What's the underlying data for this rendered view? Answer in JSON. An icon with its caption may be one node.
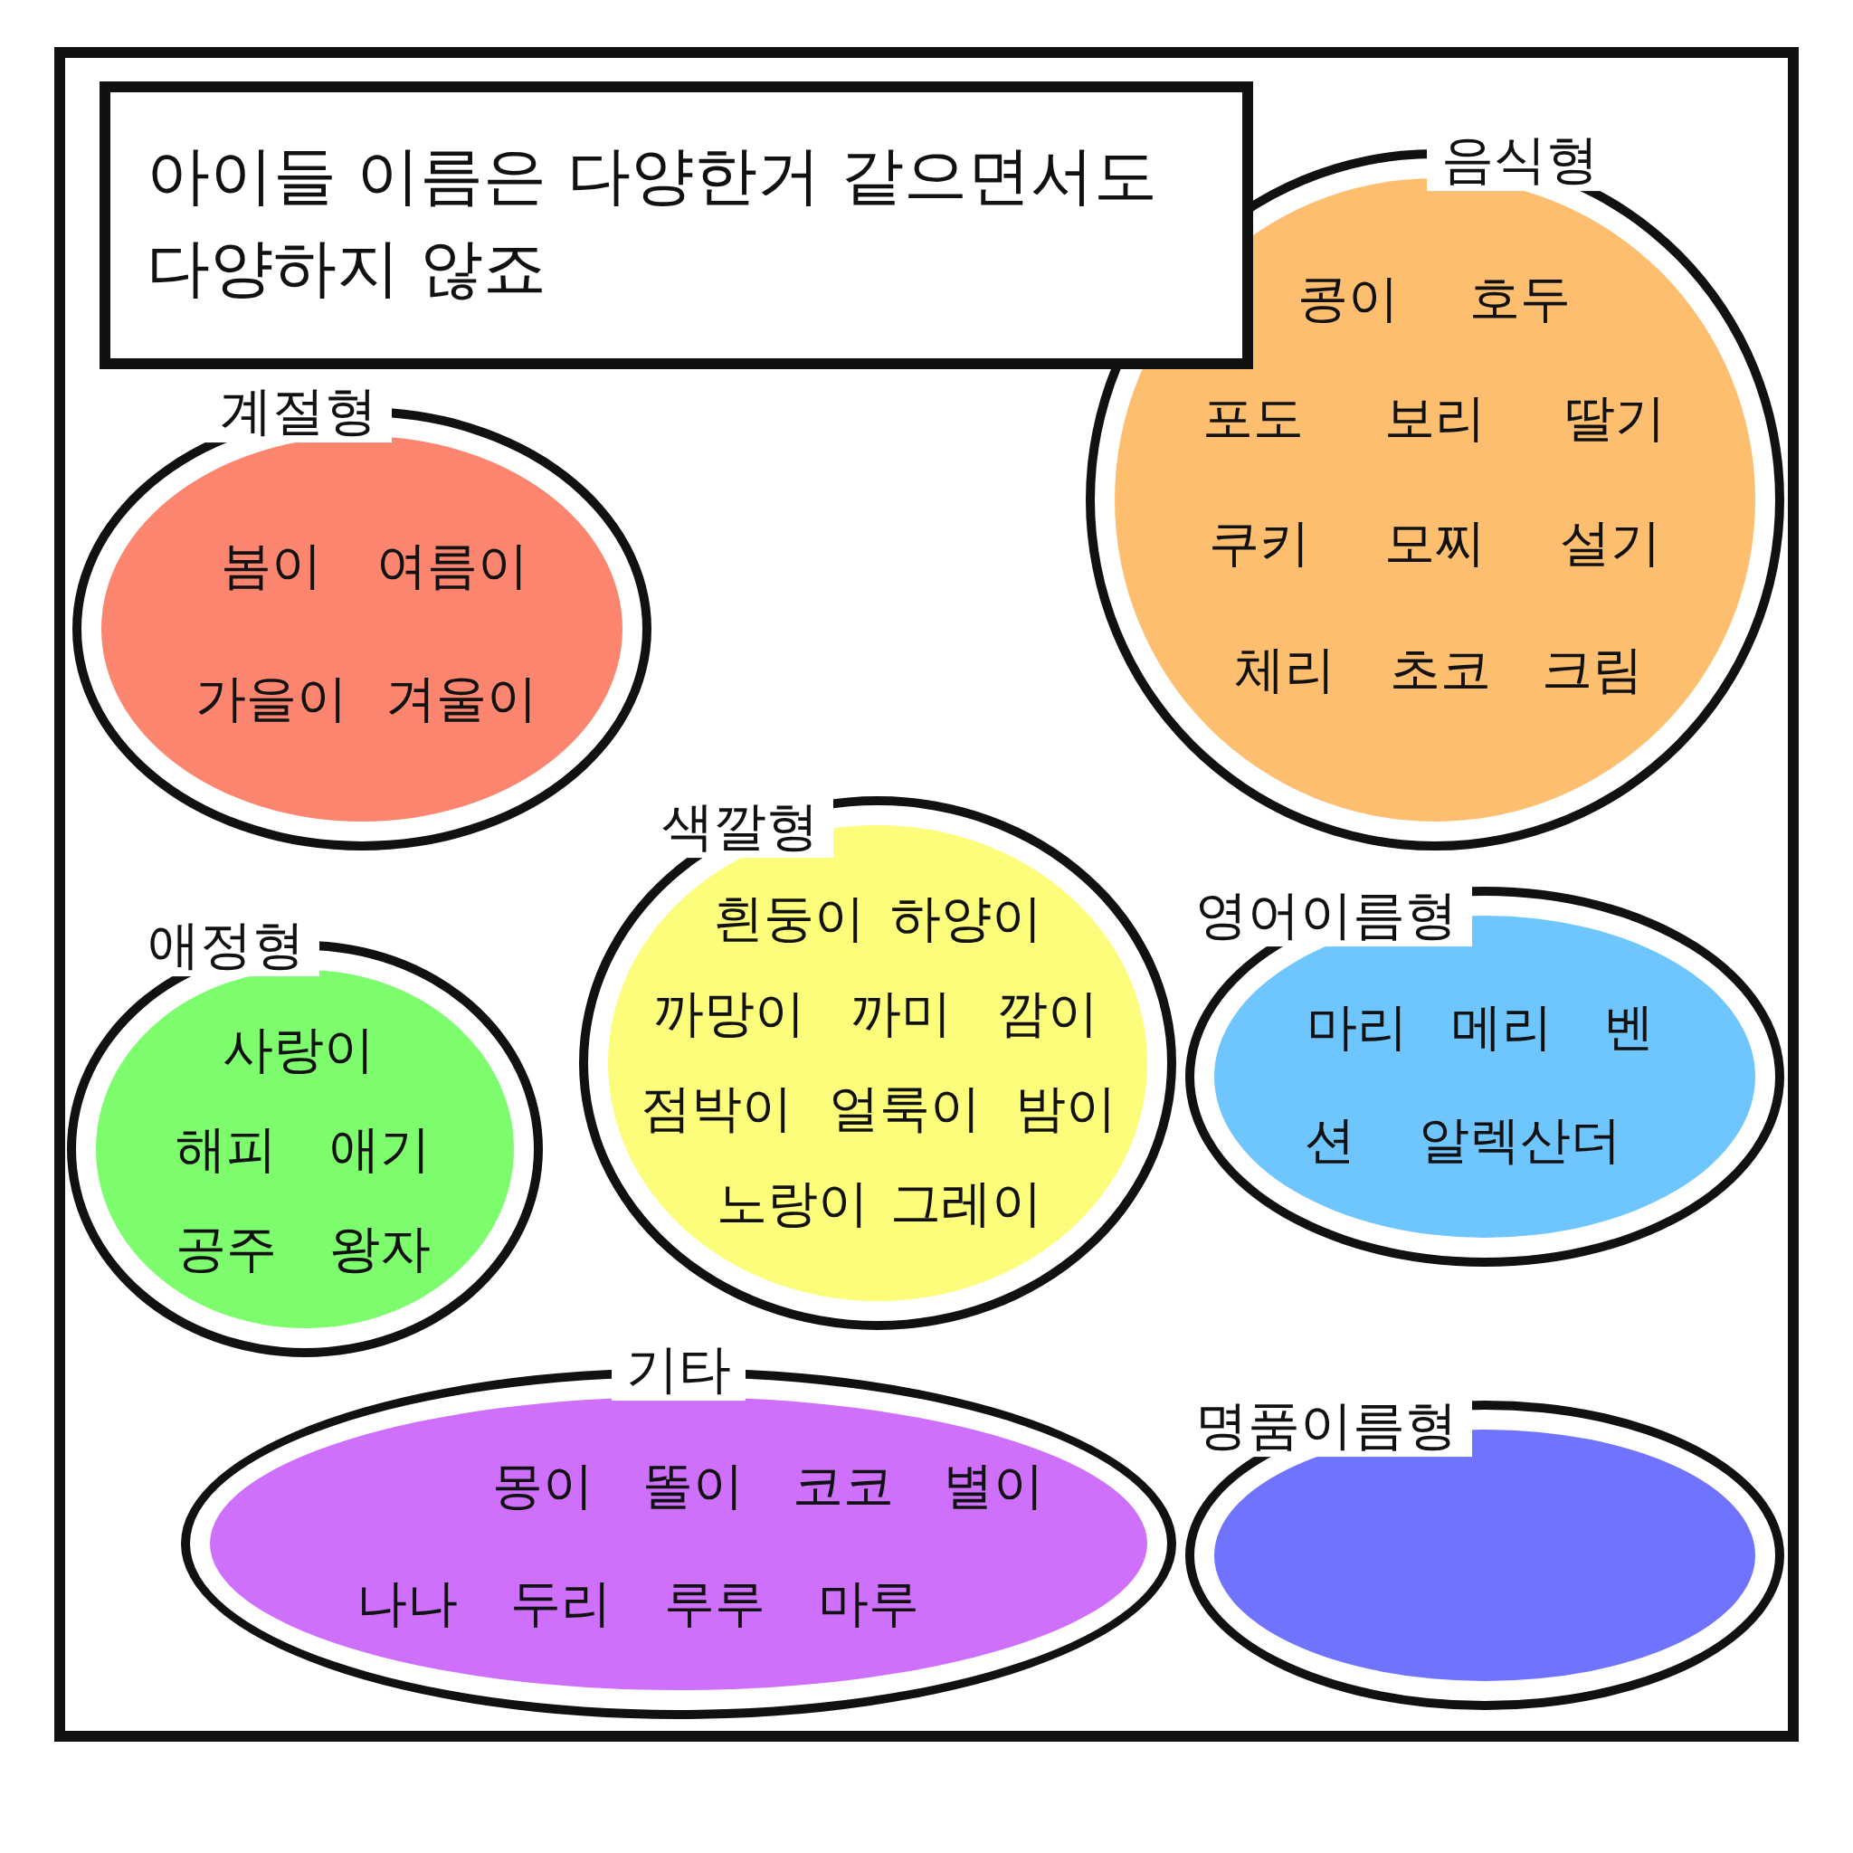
{
  "diagram": {
    "nodes": [
      {
        "text": [
          "아이들 이름은 다양한거 같으면서도 다양하지 않죠"
        ]
      },
      {
        "text": [
          "음식형",
          "콩이",
          "호두",
          "포도",
          "보리",
          "딸기",
          "쿠키",
          "모찌",
          "설기",
          "체리",
          "초코",
          "크림"
        ]
      },
      {
        "text": [
          "계절형",
          "봄이",
          "여름이",
          "가을이",
          "겨울이"
        ]
      },
      {
        "text": [
          "색깔형",
          "흰둥이",
          "하양이",
          "까망이",
          "까미",
          "깜이",
          "점박이",
          "얼룩이",
          "밤이",
          "노랑이",
          "그레이"
        ]
      },
      {
        "text": [
          "영어이름형",
          "마리",
          "메리",
          "벤",
          "션",
          "알렉산더"
        ]
      },
      {
        "text": [
          "애정형",
          "사랑이",
          "해피",
          "애기",
          "공주",
          "왕자"
        ]
      },
      {
        "text": [
          "기타",
          "몽이",
          "똘이",
          "코코",
          "별이",
          "나나",
          "두리",
          "루루",
          "마루"
        ]
      },
      {
        "text": [
          "명품이름형"
        ]
      }
    ]
  }
}
